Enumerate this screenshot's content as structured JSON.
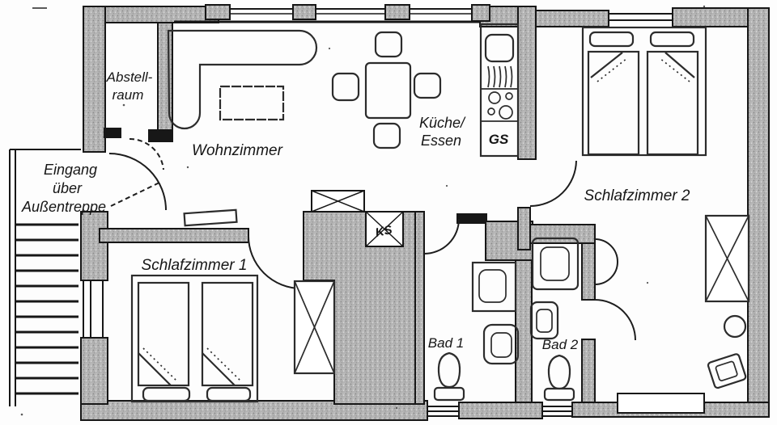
{
  "plan": {
    "type": "apartment-floor-plan",
    "rooms": {
      "abstellraum": {
        "label_line1": "Abstell-",
        "label_line2": "raum"
      },
      "eingang": {
        "label_line1": "Eingang",
        "label_line2": "über",
        "label_line3": "Außentreppe"
      },
      "wohnzimmer": {
        "label": "Wohnzimmer"
      },
      "kueche_essen": {
        "label_line1": "Küche/",
        "label_line2": "Essen"
      },
      "schlafzimmer1": {
        "label": "Schlafzimmer 1"
      },
      "schlafzimmer2": {
        "label": "Schlafzimmer 2"
      },
      "bad1": {
        "label": "Bad 1"
      },
      "bad2": {
        "label": "Bad 2"
      }
    },
    "appliances": {
      "geschirrspueler": {
        "label": "GS"
      },
      "kuehlschrank": {
        "label": "KS"
      }
    },
    "colors": {
      "wall_fill": "#b4b4b4",
      "line": "#171717",
      "background": "#ffffff"
    }
  }
}
